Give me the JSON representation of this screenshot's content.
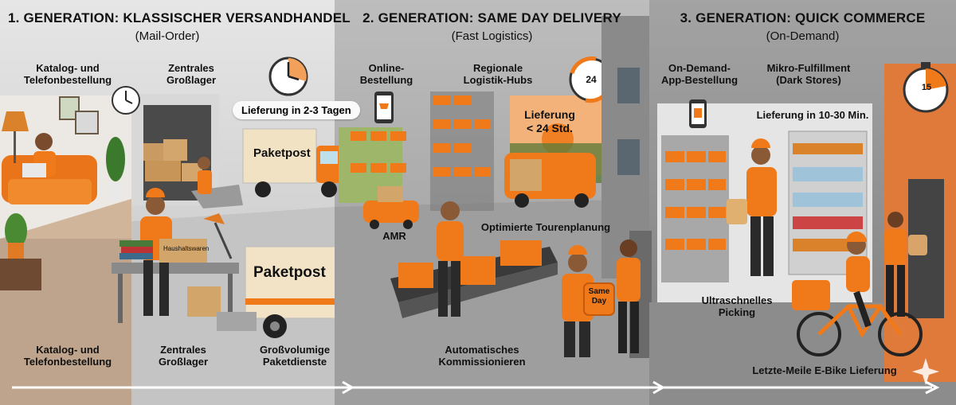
{
  "generations": [
    {
      "title": "1. GENERATION: KLASSISCHER VERSANDHANDEL",
      "subtitle": "(Mail-Order)"
    },
    {
      "title": "2. GENERATION: SAME DAY DELIVERY",
      "subtitle": "(Fast Logistics)"
    },
    {
      "title": "3. GENERATION: QUICK COMMERCE",
      "subtitle": "(On-Demand)"
    }
  ],
  "gen1": {
    "top_labels": {
      "catalog": "Katalog- und\nTelefonbestellung",
      "warehouse": "Zentrales\nGroßlager"
    },
    "delivery_pill": "Lieferung in 2-3 Tagen",
    "truck_small": "Paketpost",
    "truck_big": "Paketpost",
    "box_label": "Haushaltswaren",
    "bottom_labels": {
      "catalog": "Katalog- und\nTelefonbestellung",
      "warehouse": "Zentrales\nGroßlager",
      "parcel": "Großvolumige\nPaketdienste"
    }
  },
  "gen2": {
    "top_labels": {
      "online": "Online-\nBestellung",
      "hubs": "Regionale\nLogistik-Hubs"
    },
    "delivery": "Lieferung\n< 24 Std.",
    "clock_number": "24",
    "amr": "AMR",
    "tour": "Optimierte Tourenplanung",
    "bag": "Same\nDay",
    "bottom_labels": {
      "picking": "Automatisches\nKommissionieren"
    }
  },
  "gen3": {
    "top_labels": {
      "app": "On-Demand-\nApp-Bestellung",
      "micro": "Mikro-Fulfillment\n(Dark Stores)"
    },
    "delivery": "Lieferung in 10-30 Min.",
    "clock_number": "15",
    "picking": "Ultraschnelles\nPicking",
    "ebike": "Letzte-Meile E-Bike Lieferung"
  },
  "colors": {
    "accent": "#f07a1a",
    "dark": "#2b2b2b",
    "arrow": "#ffffff"
  },
  "icons": [
    "clock-icon",
    "cart-icon",
    "shopping-bag-icon",
    "bike-icon",
    "arrow-right-icon",
    "sparkle-icon"
  ]
}
